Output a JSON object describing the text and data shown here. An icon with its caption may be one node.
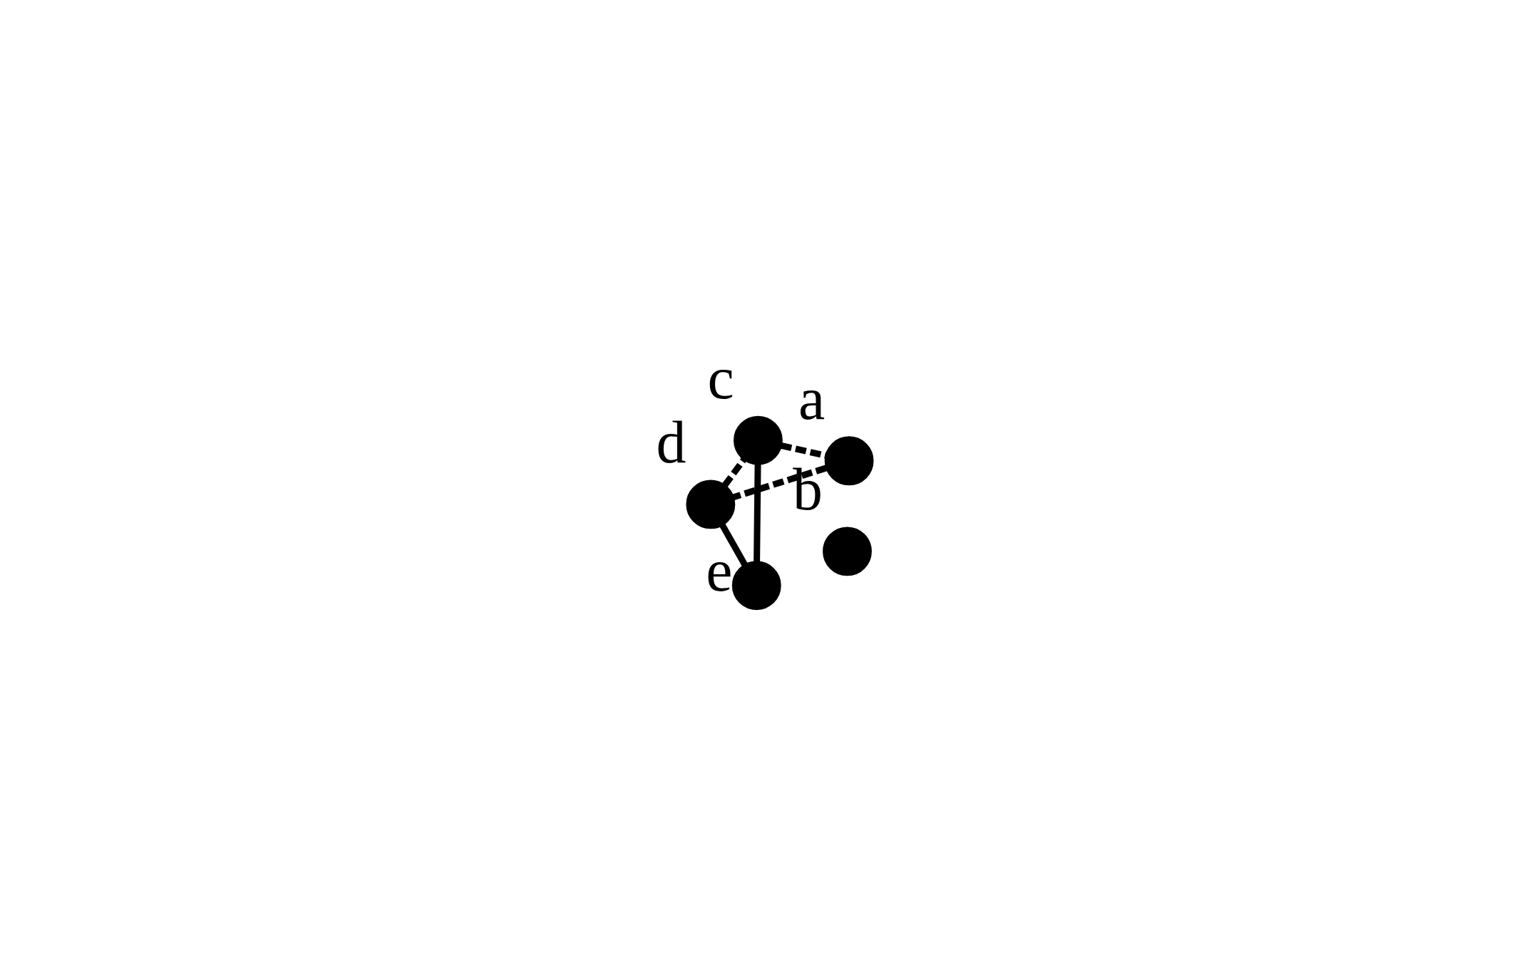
{
  "diagram": {
    "nodes": [
      {
        "text": [],
        "shape": "circle",
        "beside": [
          "d"
        ]
      },
      {
        "text": [],
        "shape": "circle",
        "beside": [
          "a"
        ]
      },
      {
        "text": [],
        "shape": "circle",
        "beside": [
          "e"
        ]
      },
      {
        "text": [],
        "shape": "circle",
        "beside": [
          "b"
        ]
      },
      {
        "text": [],
        "shape": "circle",
        "beside": [
          "c"
        ]
      }
    ],
    "edges": [
      {
        "from": 4,
        "to": 2,
        "arrow": "none"
      },
      {
        "from": 2,
        "to": 0,
        "arrow": "none"
      },
      {
        "from": 4,
        "to": 1,
        "arrow": "none",
        "style": "dashed"
      },
      {
        "from": 1,
        "to": 0,
        "arrow": "none",
        "style": "dashed"
      },
      {
        "from": 0,
        "to": 4,
        "arrow": "none",
        "style": "dashed"
      }
    ]
  }
}
